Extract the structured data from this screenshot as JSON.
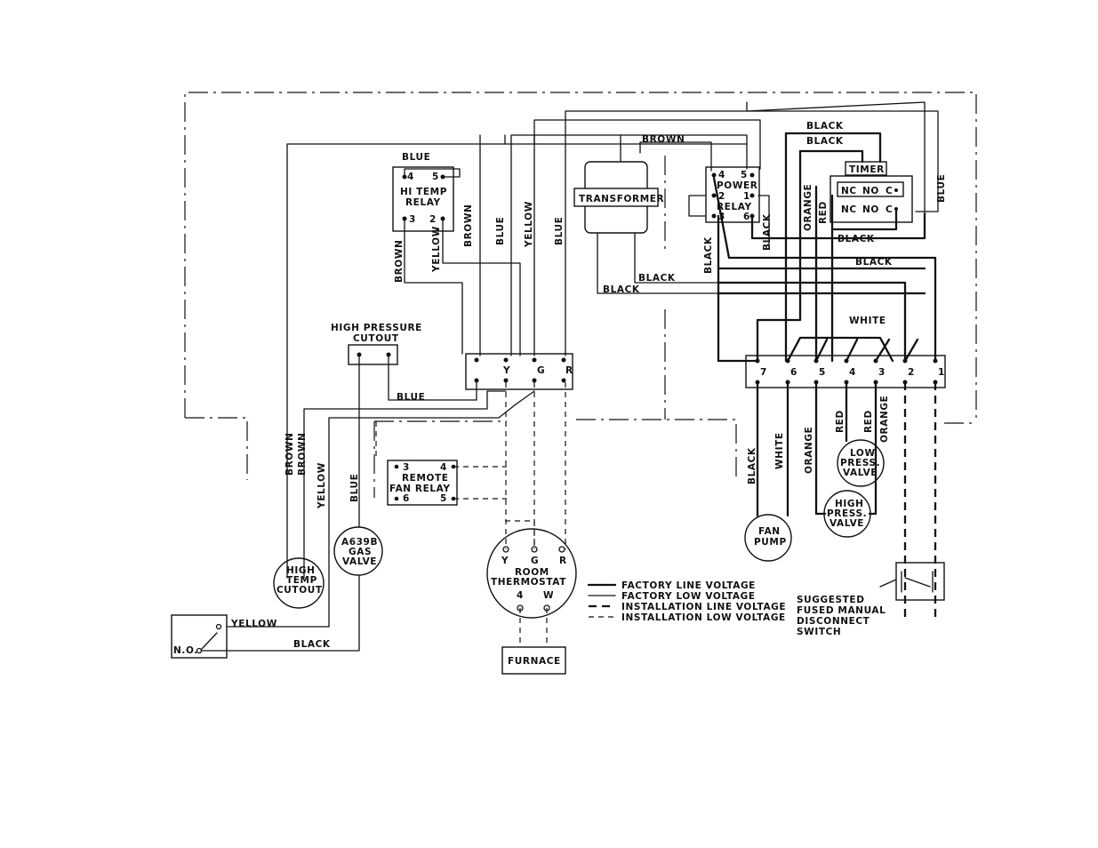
{
  "labels": {
    "hi_temp_relay": [
      "HI TEMP",
      "RELAY"
    ],
    "hi_temp_relay_terms": [
      "4",
      "5",
      "3",
      "2"
    ],
    "transformer": "TRANSFORMER",
    "power_relay": [
      "POWER",
      "RELAY"
    ],
    "power_relay_terms": [
      "4",
      "5",
      "2",
      "1",
      "3",
      "6"
    ],
    "timer": "TIMER",
    "timer_terms_top": [
      "NC",
      "NO",
      "C"
    ],
    "timer_terms_bottom": [
      "NC",
      "NO",
      "C"
    ],
    "high_pressure_cutout": [
      "HIGH PRESSURE",
      "CUTOUT"
    ],
    "low_volt_terminal": [
      "Y",
      "G",
      "R"
    ],
    "main_terminal": [
      "7",
      "6",
      "5",
      "4",
      "3",
      "2",
      "1"
    ],
    "remote_fan_relay": [
      "REMOTE",
      "FAN RELAY"
    ],
    "remote_fan_relay_terms": [
      "3",
      "4",
      "6",
      "5"
    ],
    "gas_valve": [
      "A639B",
      "GAS",
      "VALVE"
    ],
    "high_temp_cutout": [
      "HIGH",
      "TEMP",
      "CUTOUT"
    ],
    "switch_no": "N.O.",
    "room_thermostat": [
      "ROOM",
      "THERMOSTAT"
    ],
    "thermostat_terms_top": [
      "Y",
      "G",
      "R"
    ],
    "thermostat_terms_bottom": [
      "4",
      "W"
    ],
    "furnace": "FURNACE",
    "fan_pump": [
      "FAN",
      "PUMP"
    ],
    "low_press_valve": [
      "LOW",
      "PRESS.",
      "VALVE"
    ],
    "high_press_valve": [
      "HIGH",
      "PRESS.",
      "VALVE"
    ],
    "disconnect_switch": [
      "SUGGESTED",
      "FUSED MANUAL",
      "DISCONNECT",
      "SWITCH"
    ]
  },
  "wires": {
    "blue": "BLUE",
    "brown": "BROWN",
    "yellow": "YELLOW",
    "black": "BLACK",
    "orange": "ORANGE",
    "red": "RED",
    "white": "WHITE"
  },
  "legend": [
    {
      "style": "solid-thick",
      "label": "FACTORY LINE VOLTAGE"
    },
    {
      "style": "solid-thin",
      "label": "FACTORY LOW VOLTAGE"
    },
    {
      "style": "dashed-thick",
      "label": "INSTALLATION LINE VOLTAGE"
    },
    {
      "style": "dashed-thin",
      "label": "INSTALLATION LOW VOLTAGE"
    }
  ]
}
